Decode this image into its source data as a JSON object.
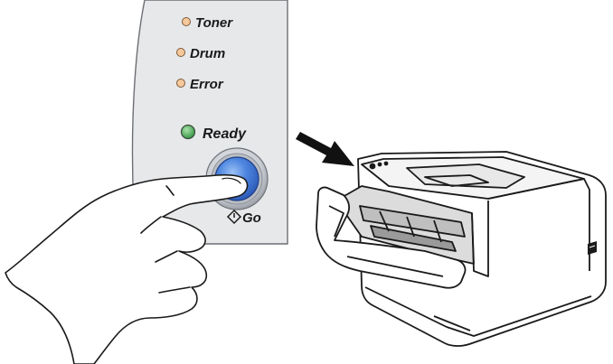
{
  "panel": {
    "indicators": [
      {
        "label": "Toner",
        "led_color": "#f6c89a"
      },
      {
        "label": "Drum",
        "led_color": "#f6c89a"
      },
      {
        "label": "Error",
        "led_color": "#f6c89a"
      },
      {
        "label": "Ready",
        "led_color": "#3fae4e"
      }
    ],
    "go_button": {
      "label": "Go",
      "color": "#3f76d8"
    },
    "panel_color": "#e7e8ea"
  }
}
